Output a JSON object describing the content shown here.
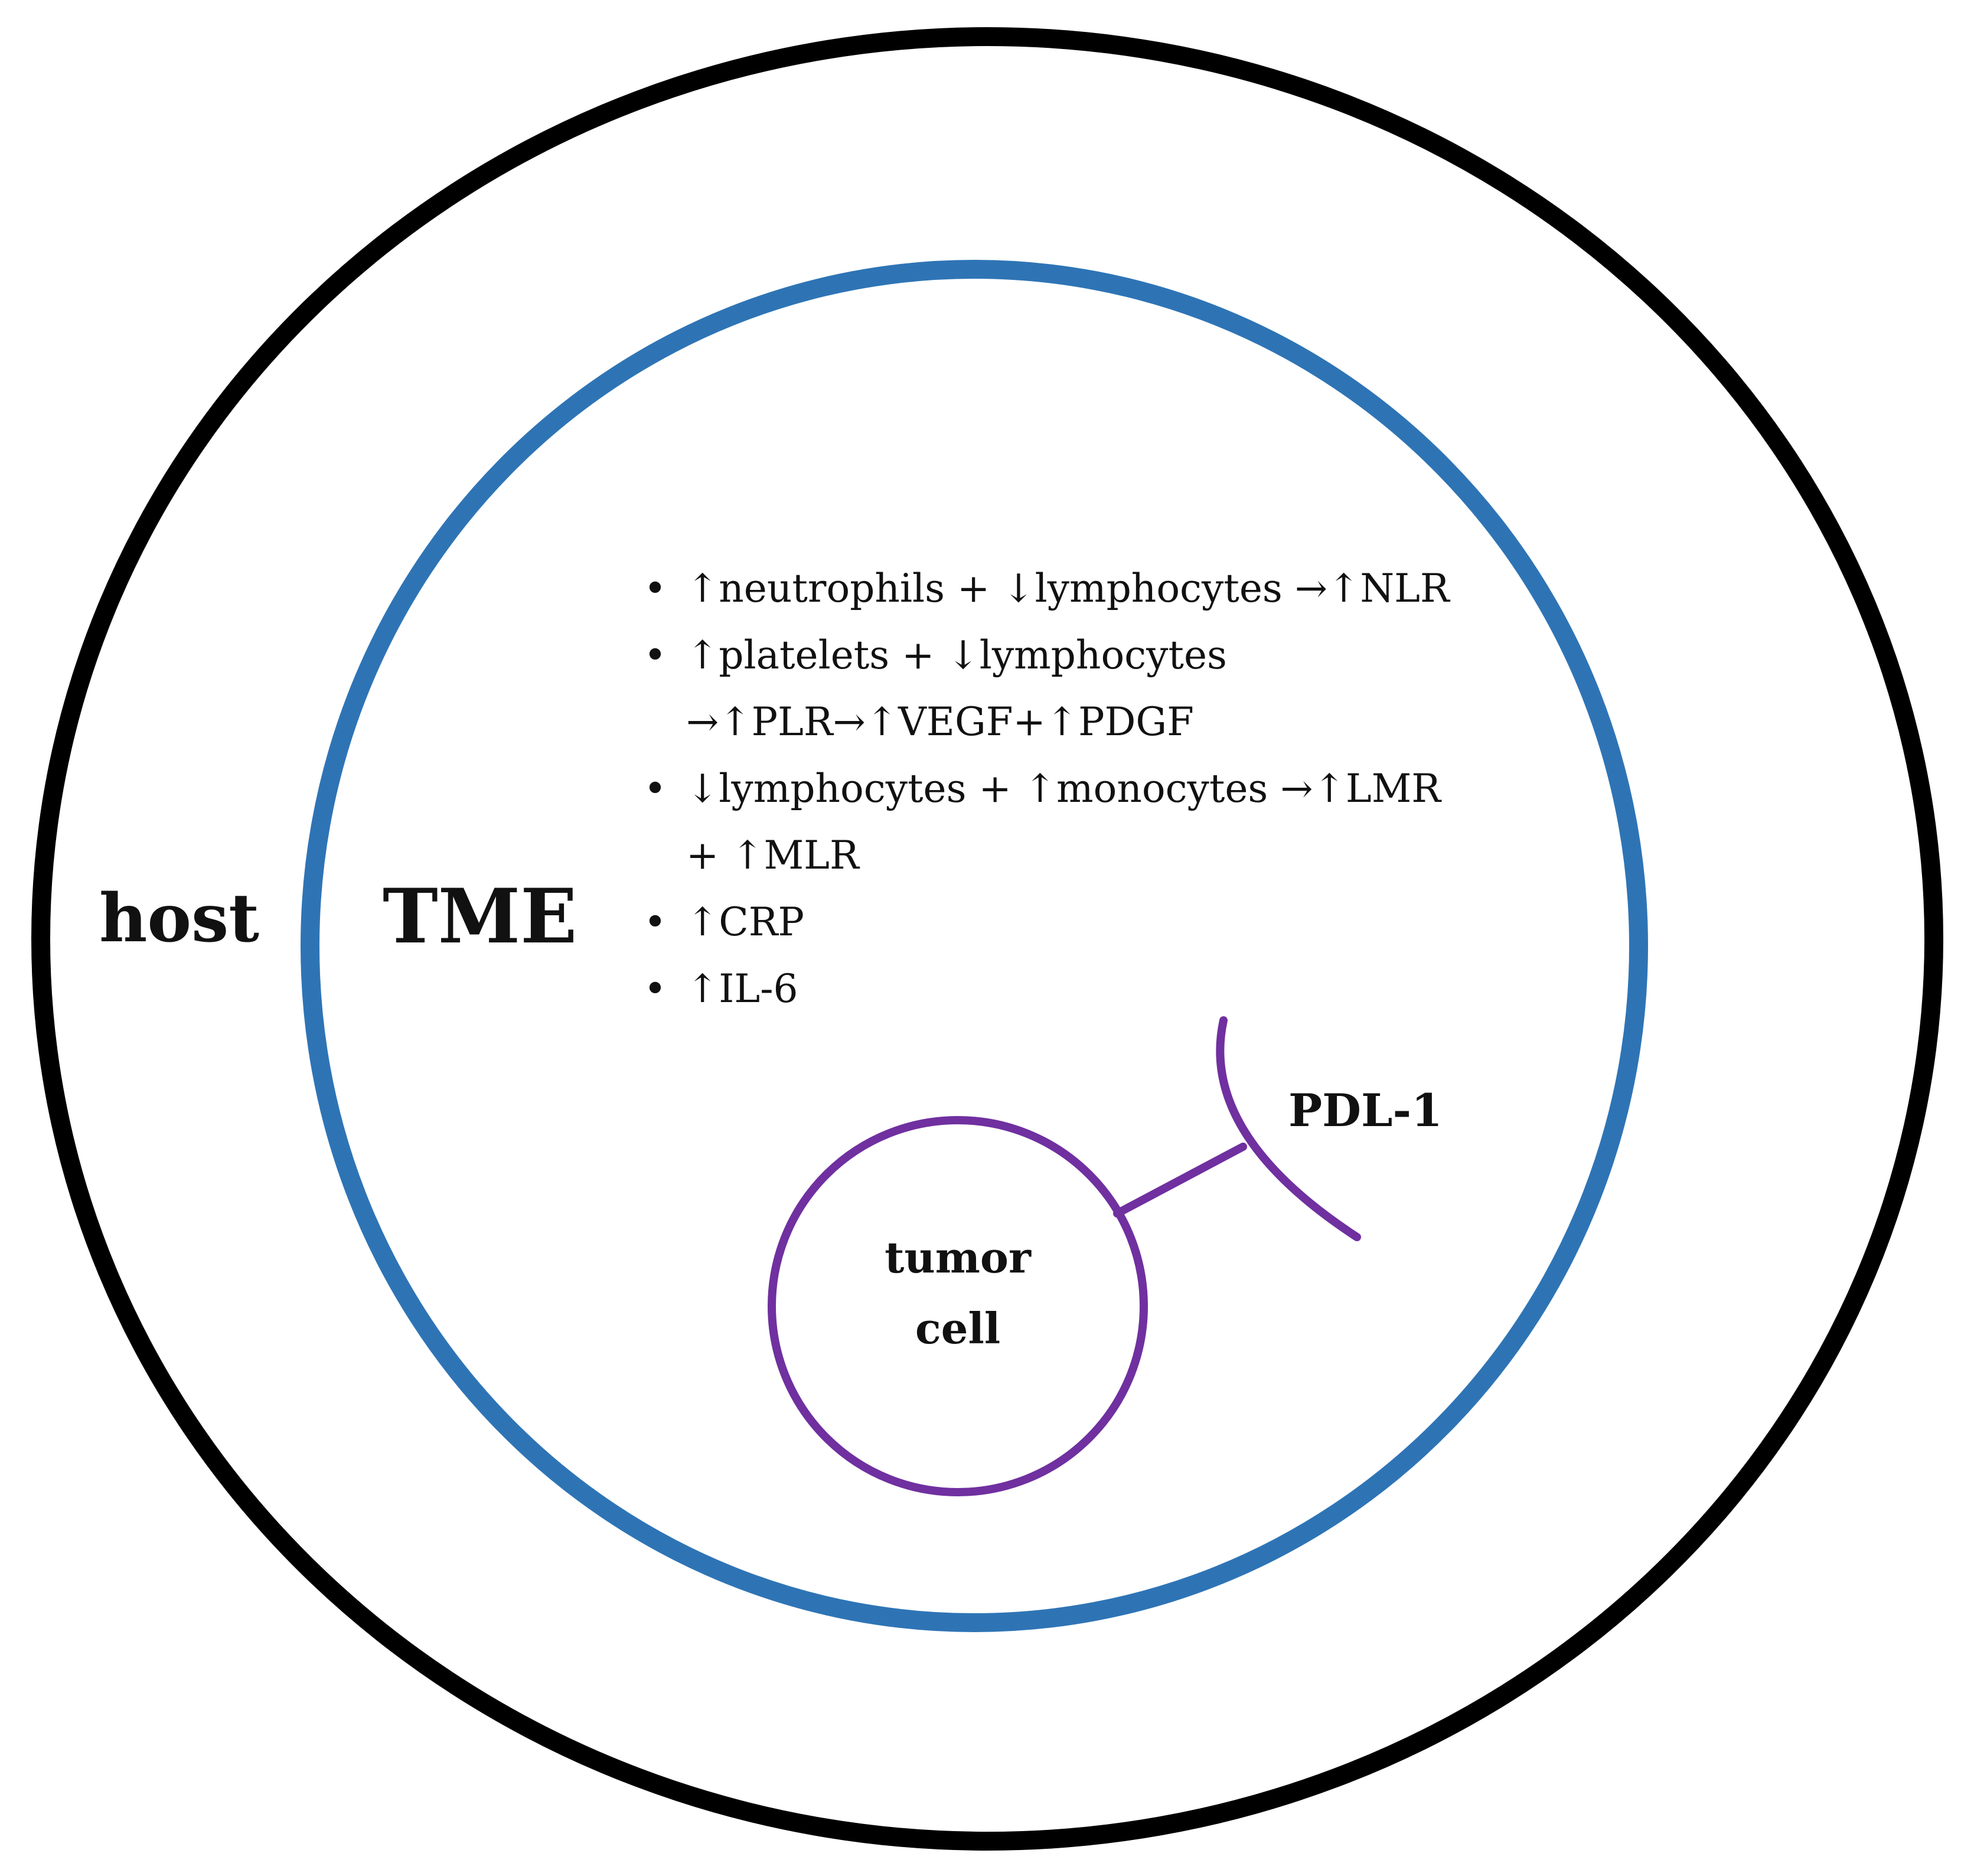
{
  "labels": {
    "host": "host",
    "tme": "TME",
    "pdl1": "PDL-1",
    "tumor_line1": "tumor",
    "tumor_line2": "cell"
  },
  "markers": [
    {
      "line1": "↑neutrophils + ↓lymphocytes →↑NLR",
      "line2": ""
    },
    {
      "line1": "↑platelets + ↓lymphocytes",
      "line2": "→↑PLR→↑VEGF+↑PDGF"
    },
    {
      "line1": "↓lymphocytes + ↑monocytes →↑LMR",
      "line2": "+ ↑MLR"
    },
    {
      "line1": "↑CRP",
      "line2": ""
    },
    {
      "line1": "↑IL-6",
      "line2": ""
    }
  ],
  "colors": {
    "host_ring": "#000000",
    "tme_ring": "#2e74b5",
    "tumor": "#7030a0"
  }
}
